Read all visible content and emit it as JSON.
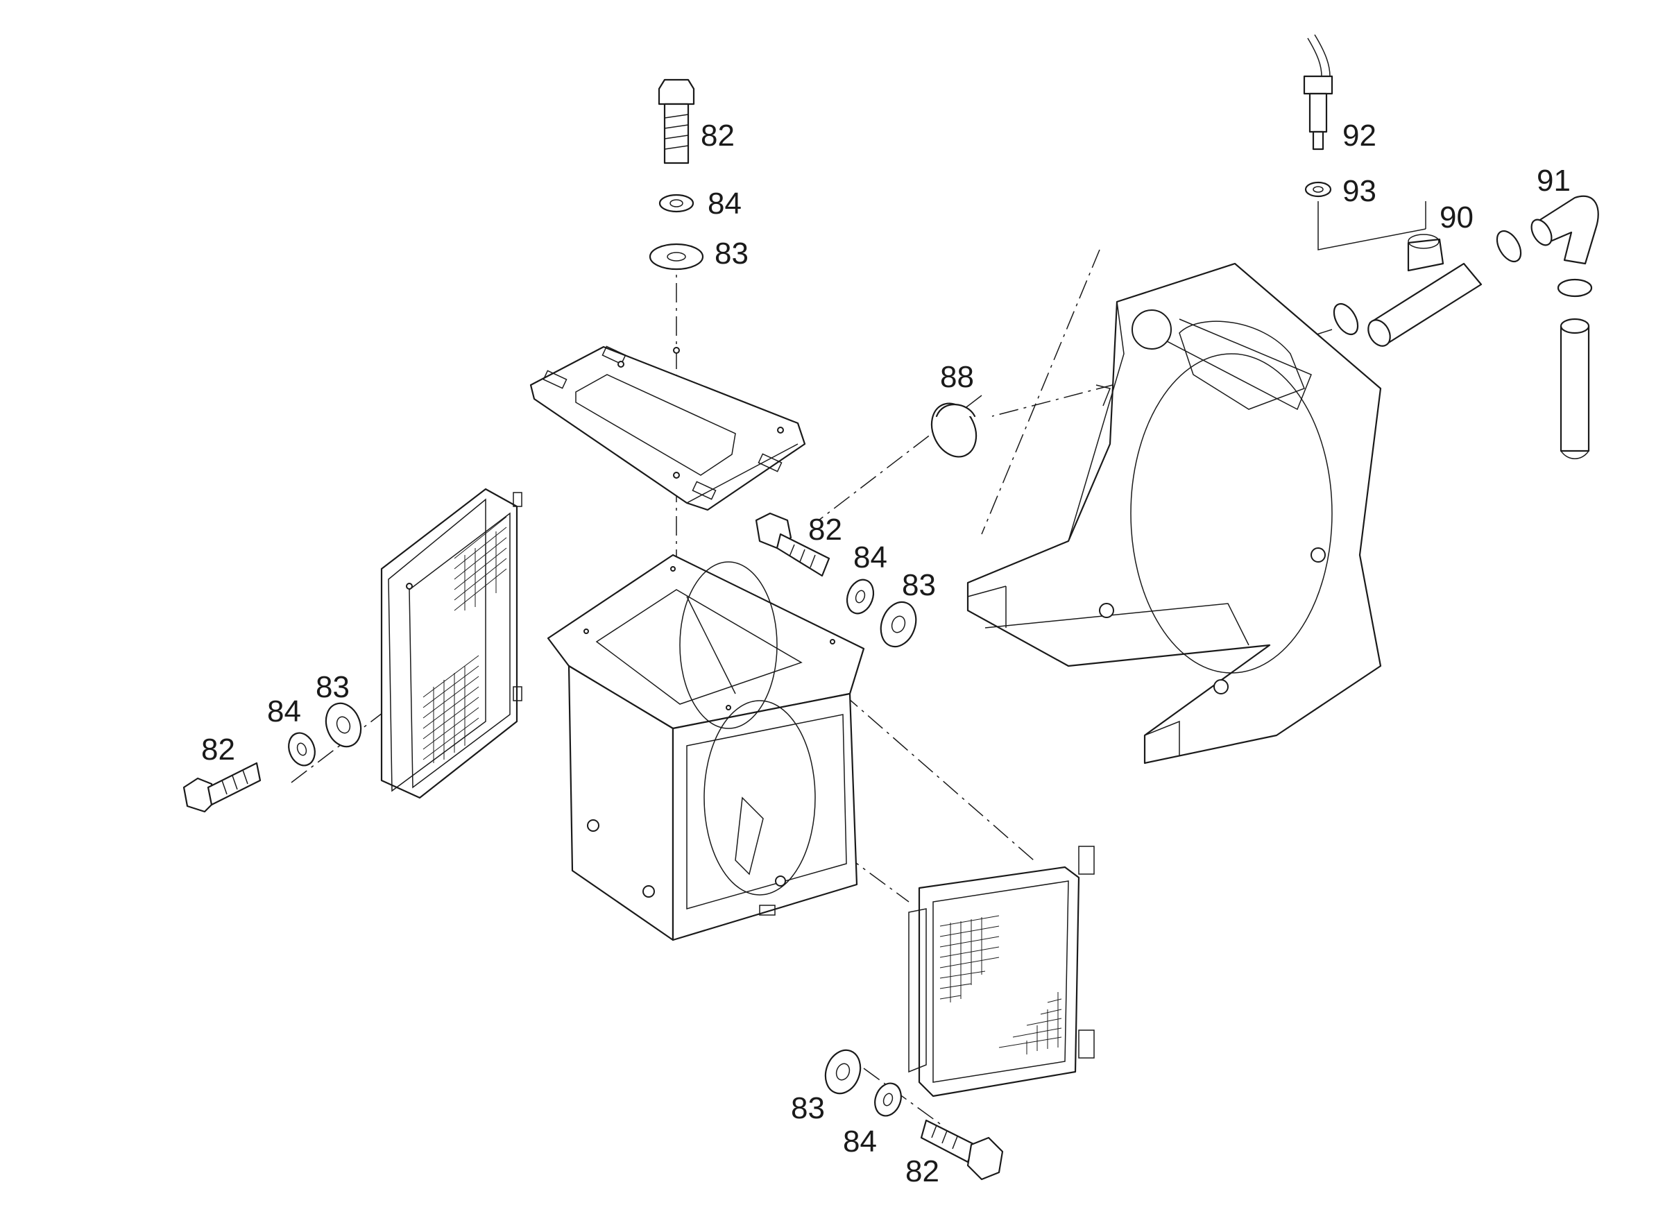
{
  "diagram": {
    "callouts": [
      {
        "id": "c1",
        "label": "82"
      },
      {
        "id": "c2",
        "label": "84"
      },
      {
        "id": "c3",
        "label": "83"
      },
      {
        "id": "c4",
        "label": "82"
      },
      {
        "id": "c5",
        "label": "84"
      },
      {
        "id": "c6",
        "label": "83"
      },
      {
        "id": "c7",
        "label": "83"
      },
      {
        "id": "c8",
        "label": "84"
      },
      {
        "id": "c9",
        "label": "82"
      },
      {
        "id": "c10",
        "label": "83"
      },
      {
        "id": "c11",
        "label": "84"
      },
      {
        "id": "c12",
        "label": "82"
      },
      {
        "id": "c13",
        "label": "88"
      },
      {
        "id": "c14",
        "label": "92"
      },
      {
        "id": "c15",
        "label": "93"
      },
      {
        "id": "c16",
        "label": "90"
      },
      {
        "id": "c17",
        "label": "91"
      }
    ]
  }
}
